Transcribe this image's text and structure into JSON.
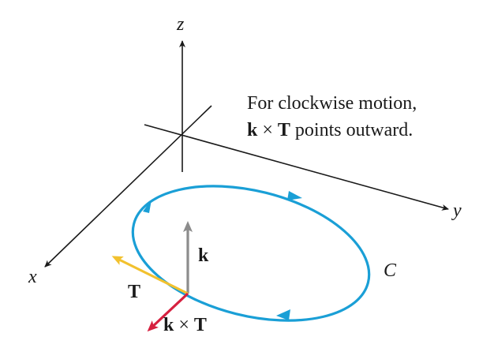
{
  "axes": {
    "x_label": "x",
    "y_label": "y",
    "z_label": "z"
  },
  "caption": {
    "line1": "For clockwise motion,",
    "line2_vec1": "k",
    "line2_op": "×",
    "line2_vec2": "T",
    "line2_rest": " points outward."
  },
  "curve_label": "C",
  "vectors": {
    "k_label": "k",
    "t_label": "T",
    "kxt_vec1": "k",
    "kxt_op": "×",
    "kxt_vec2": "T"
  },
  "colors": {
    "curve": "#1a9fd6",
    "k_vector": "#8c8c8c",
    "t_vector": "#f2c12e",
    "kxt_vector": "#d6203f",
    "axes": "#1a1a1a",
    "text": "#1a1a1a"
  }
}
